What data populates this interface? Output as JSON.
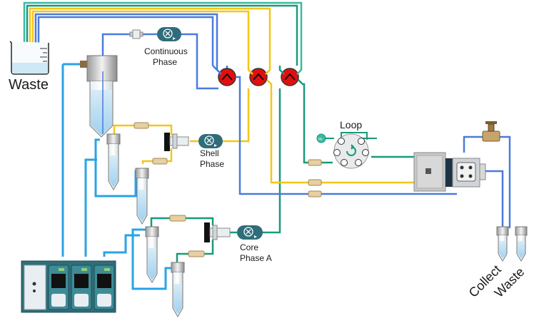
{
  "labels": {
    "waste": "Waste",
    "continuous_phase": [
      "Continuous",
      "Phase"
    ],
    "shell_phase": [
      "Shell",
      "Phase"
    ],
    "core_phase": [
      "Core",
      "Phase A"
    ],
    "loop": "Loop",
    "collect": "Collect",
    "waste_out": "Waste",
    "injection_port": "IN"
  },
  "colors": {
    "blue": "#4a7bdc",
    "light_blue": "#29a3e6",
    "yellow": "#f5c518",
    "green": "#1a9a7a",
    "teal": "#3bb8a0",
    "valve_red": "#e30f0f",
    "pump_body": "#2f6d7a",
    "fitting": "#e6cfa3"
  },
  "icons": {
    "pump": "peristaltic-pump-icon",
    "valve": "check-valve-icon",
    "tank": "pressure-reservoir-icon",
    "controller": "pressure-controller-icon",
    "beaker": "waste-beaker-icon",
    "injection_valve": "injection-valve-icon",
    "chip": "microfluidic-chip-icon"
  }
}
